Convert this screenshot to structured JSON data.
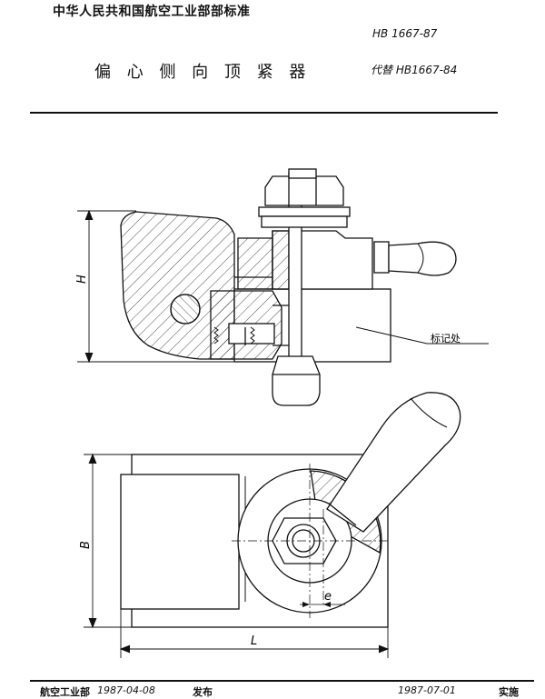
{
  "header": {
    "organization": "中华人民共和国航空工业部部标准",
    "standard_code": "HB 1667-87",
    "title": "偏 心 侧 向 顶 紧 器",
    "replaces": "代替 HB1667-84"
  },
  "drawing": {
    "dim_height": "H",
    "dim_width": "B",
    "dim_length": "L",
    "dim_eccentric": "e",
    "marking_note": "标记处"
  },
  "footer": {
    "issuer": "航空工业部",
    "issue_date": "1987-04-08",
    "release_label": "发布",
    "effective_date": "1987-07-01",
    "implement_label": "实施"
  }
}
